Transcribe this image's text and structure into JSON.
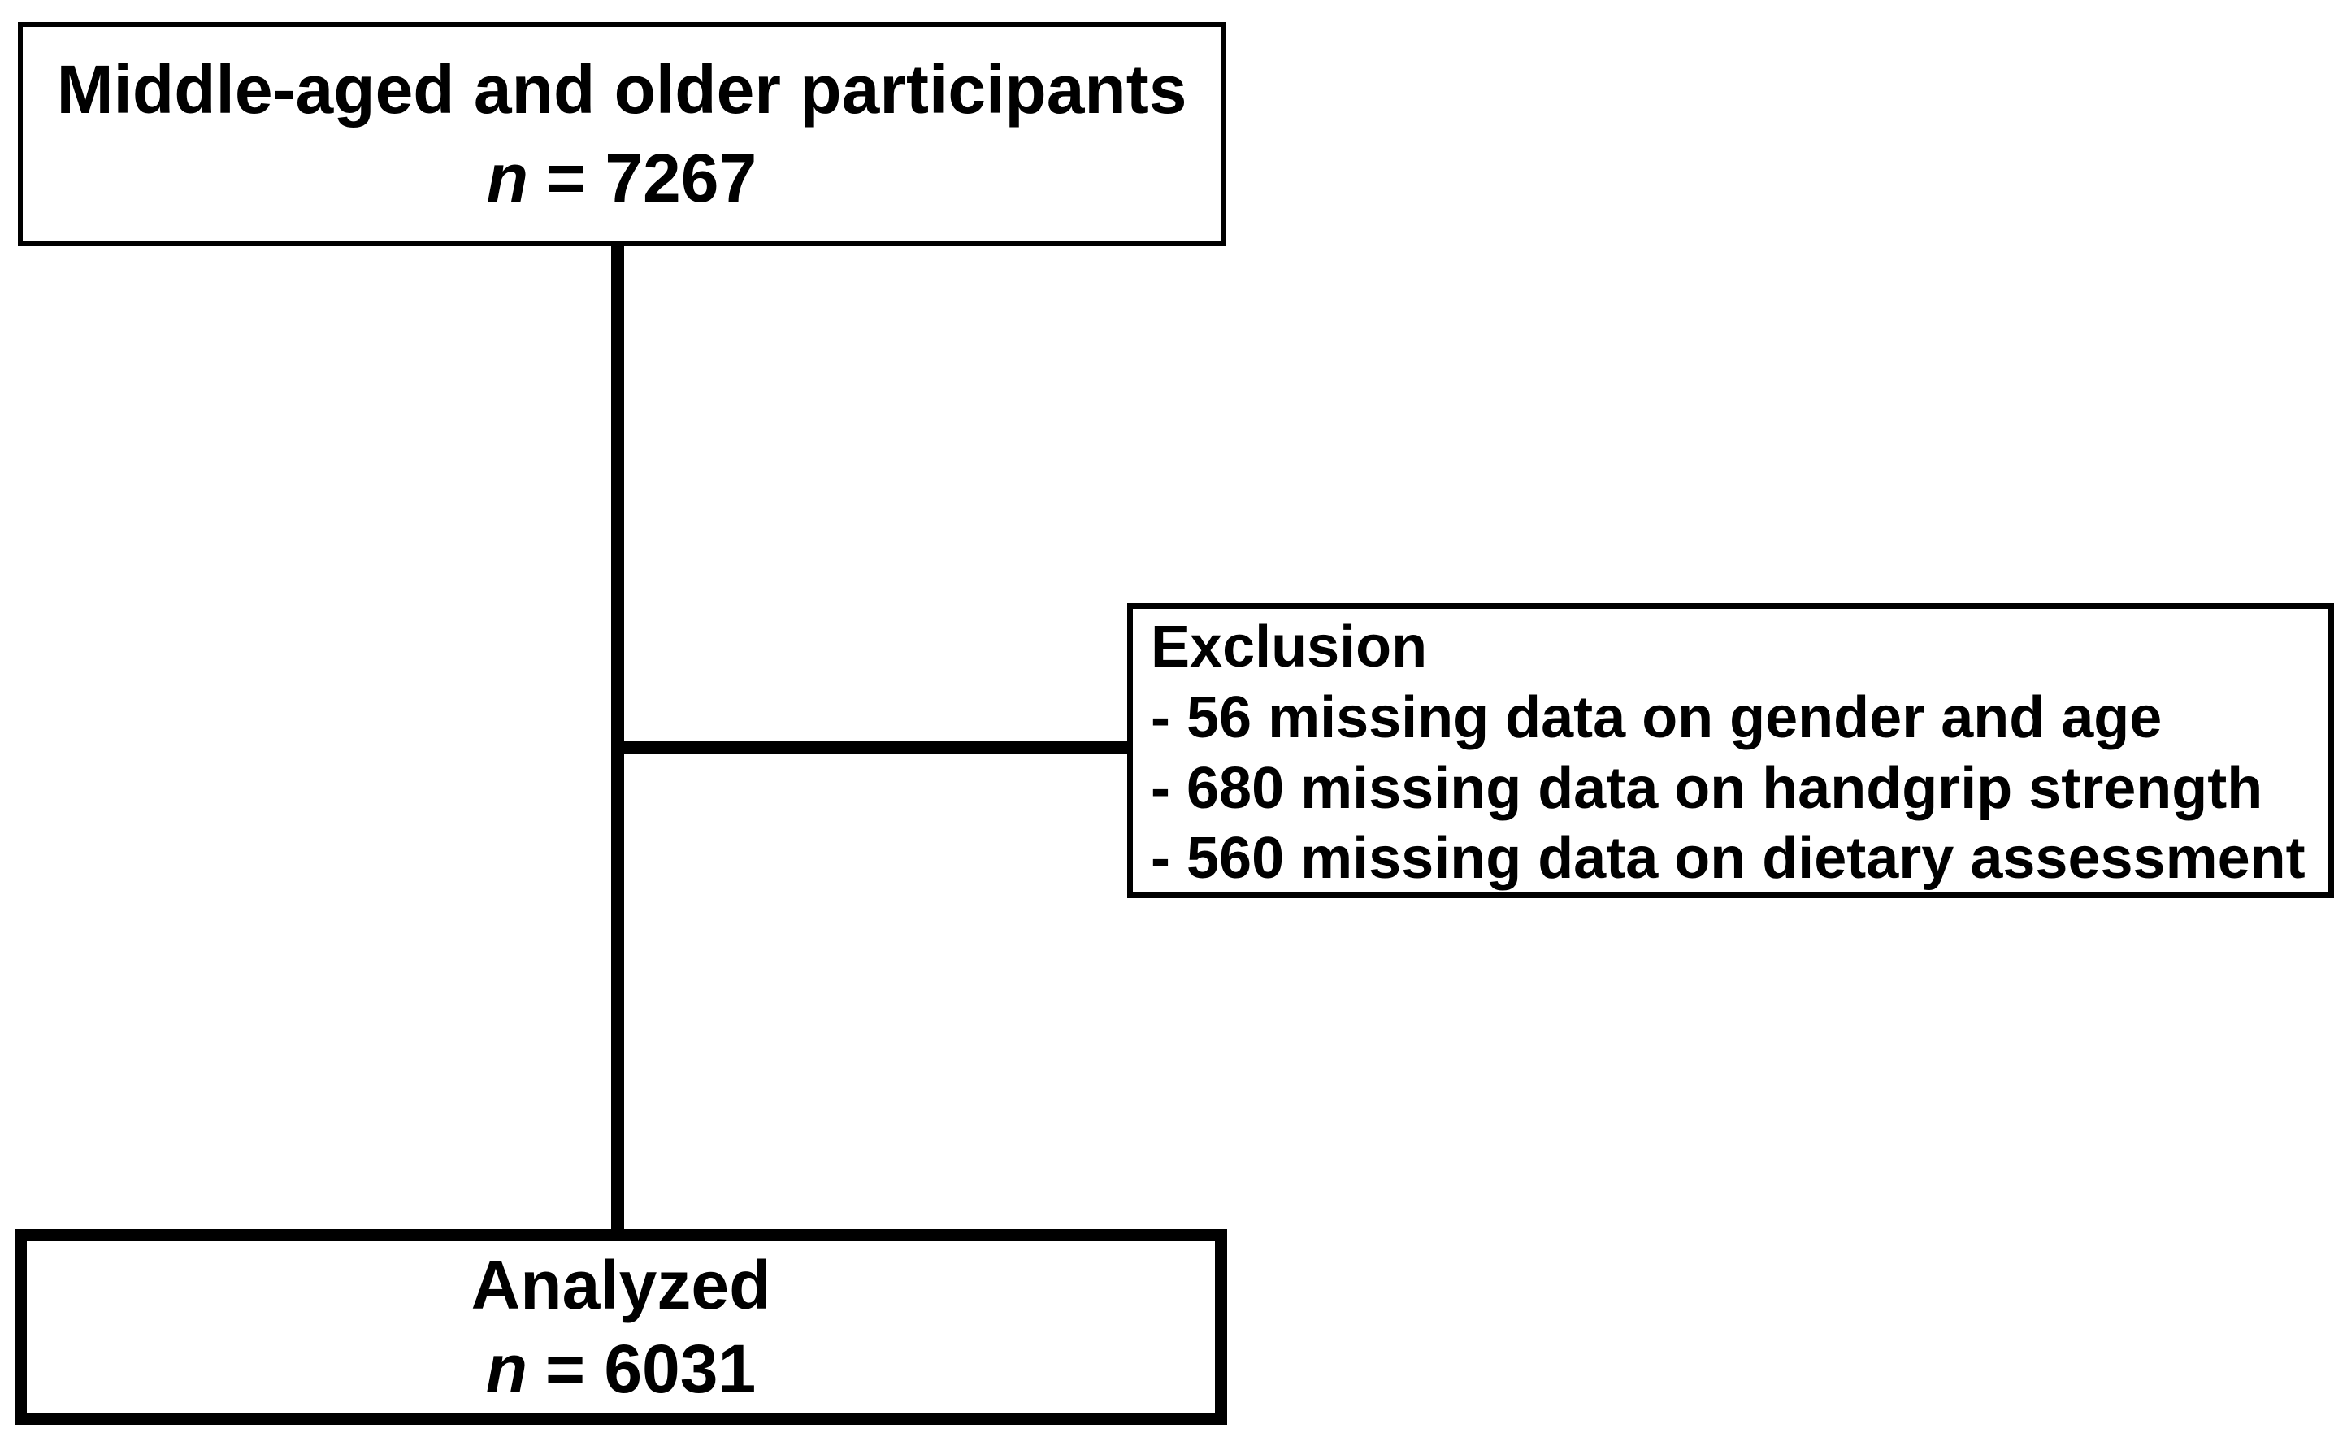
{
  "figure": {
    "background_color": "#ffffff",
    "stroke_color": "#000000",
    "top_box": {
      "title": "Middle-aged and older participants",
      "n_label": "n",
      "n_value": "= 7267"
    },
    "exclusion_box": {
      "title": "Exclusion",
      "items": [
        "- 56 missing data on gender and age",
        "- 680 missing data on handgrip strength",
        "- 560 missing data on dietary assessment"
      ]
    },
    "analyzed_box": {
      "title": "Analyzed",
      "n_label": "n",
      "n_value": "= 6031"
    }
  }
}
